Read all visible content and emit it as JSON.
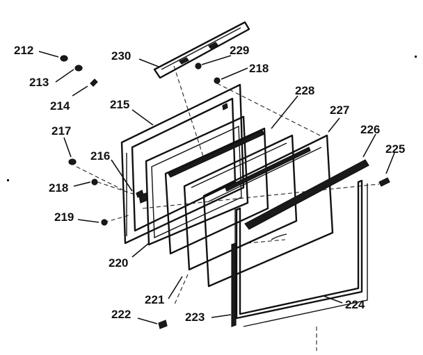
{
  "diagram": {
    "callouts": [
      {
        "id": "212",
        "label": "212"
      },
      {
        "id": "213",
        "label": "213"
      },
      {
        "id": "214",
        "label": "214"
      },
      {
        "id": "215",
        "label": "215"
      },
      {
        "id": "216",
        "label": "216"
      },
      {
        "id": "217",
        "label": "217"
      },
      {
        "id": "218a",
        "label": "218"
      },
      {
        "id": "218b",
        "label": "218"
      },
      {
        "id": "219",
        "label": "219"
      },
      {
        "id": "220",
        "label": "220"
      },
      {
        "id": "221",
        "label": "221"
      },
      {
        "id": "222",
        "label": "222"
      },
      {
        "id": "223",
        "label": "223"
      },
      {
        "id": "224",
        "label": "224"
      },
      {
        "id": "225",
        "label": "225"
      },
      {
        "id": "226",
        "label": "226"
      },
      {
        "id": "227",
        "label": "227"
      },
      {
        "id": "228",
        "label": "228"
      },
      {
        "id": "229",
        "label": "229"
      },
      {
        "id": "230",
        "label": "230"
      }
    ]
  }
}
